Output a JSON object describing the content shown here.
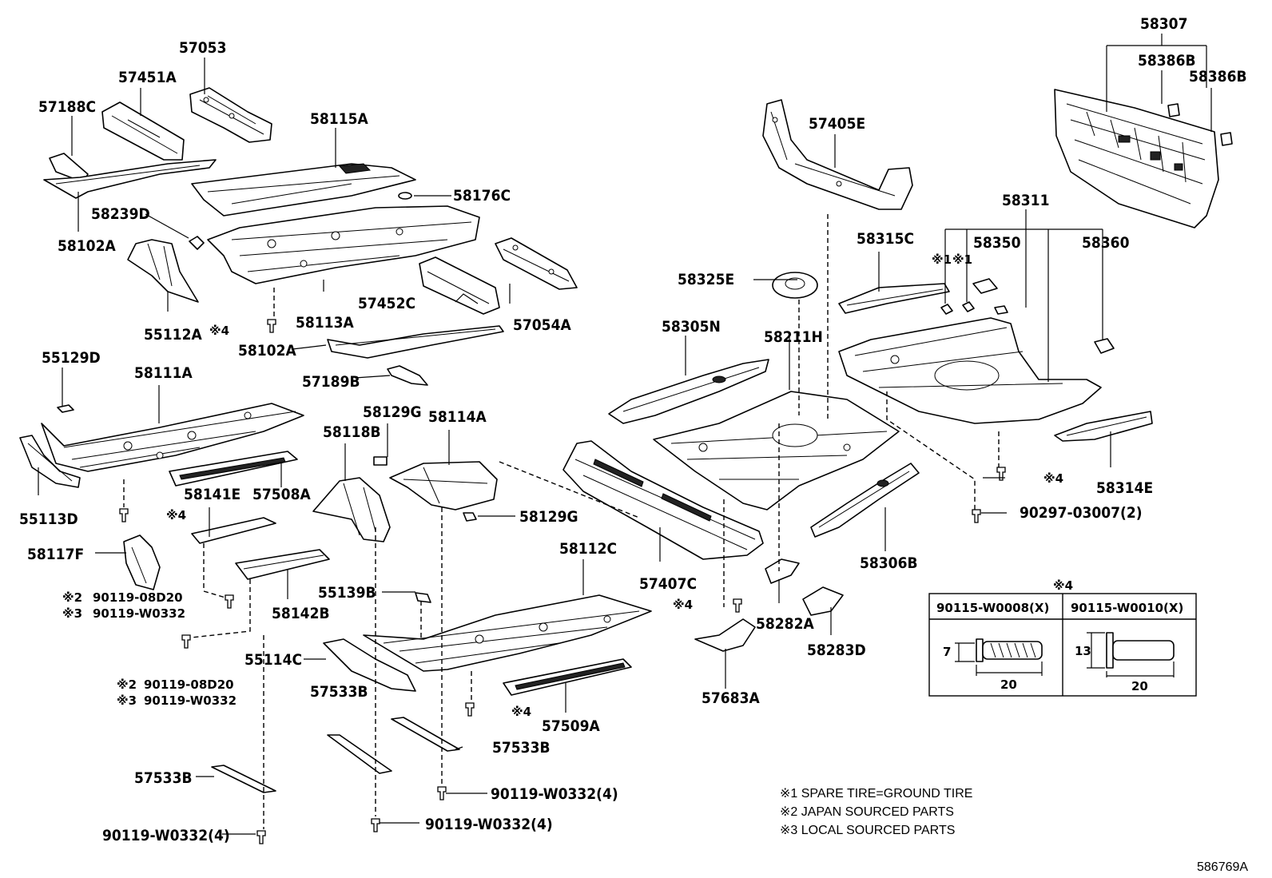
{
  "labels": {
    "p58307": "58307",
    "p58386B_1": "58386B",
    "p58386B_2": "58386B",
    "p57053": "57053",
    "p57451A": "57451A",
    "p57188C": "57188C",
    "p58115A": "58115A",
    "p57405E": "57405E",
    "p58176C": "58176C",
    "p58239D": "58239D",
    "p58102A_1": "58102A",
    "p58311": "58311",
    "p58315C": "58315C",
    "p58350": "58350",
    "p58360": "58360",
    "p58325E": "58325E",
    "p57452C": "57452C",
    "p57054A": "57054A",
    "p58113A": "58113A",
    "p55112A": "55112A",
    "p58102A_2": "58102A",
    "p58305N": "58305N",
    "p58211H": "58211H",
    "p55129D": "55129D",
    "p58111A": "58111A",
    "p57189B": "57189B",
    "p58129G_1": "58129G",
    "p58114A": "58114A",
    "p58118B": "58118B",
    "p58314E": "58314E",
    "p90297": "90297-03007(2)",
    "p58141E": "58141E",
    "p57508A": "57508A",
    "p55113D": "55113D",
    "p58129G_2": "58129G",
    "p58117F": "58117F",
    "p58112C": "58112C",
    "p58306B": "58306B",
    "p57407C": "57407C",
    "p90119_08D20_a": "90119-08D20",
    "p90119_W0332_a": "90119-W0332",
    "p58142B": "58142B",
    "p55139B": "55139B",
    "p58282A": "58282A",
    "p58283D": "58283D",
    "p55114C": "55114C",
    "p90119_08D20_b": "90119-08D20",
    "p90119_W0332_b": "90119-W0332",
    "p57683A": "57683A",
    "p57533B_1": "57533B",
    "p57509A": "57509A",
    "p57533B_2": "57533B",
    "p57533B_3": "57533B",
    "p90119_W0332_4a": "90119-W0332(4)",
    "p90119_W0332_4b": "90119-W0332(4)",
    "p90119_W0332_4c": "90119-W0332(4)"
  },
  "refmarks": {
    "mark1": "※1",
    "mark2": "※2",
    "mark3": "※3",
    "mark4": "※4"
  },
  "bolt_table": {
    "title": "※4",
    "col1_header": "90115-W0008(X)",
    "col2_header": "90115-W0010(X)",
    "col1_dim_height": "7",
    "col1_dim_length": "20",
    "col2_dim_height": "13",
    "col2_dim_length": "20"
  },
  "notes": {
    "n1": "※1 SPARE TIRE=GROUND TIRE",
    "n2": "※2 JAPAN SOURCED PARTS",
    "n3": "※3 LOCAL SOURCED PARTS"
  },
  "diagram_id": "586769A"
}
